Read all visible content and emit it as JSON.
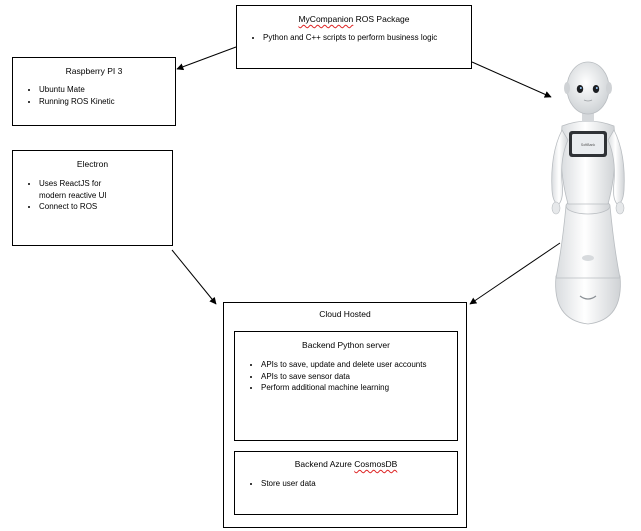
{
  "package": {
    "title_pre": "MyCompanion",
    "title_post": " ROS Package",
    "bullets": [
      "Python and C++ scripts to perform business logic"
    ]
  },
  "raspberry": {
    "title": "Raspberry PI 3",
    "bullets": [
      "Ubuntu Mate",
      "Running ROS Kinetic"
    ]
  },
  "electron": {
    "title": "Electron",
    "bullets": [
      "Uses ReactJS for modern reactive UI",
      "Connect to ROS"
    ]
  },
  "cloud": {
    "title": "Cloud Hosted",
    "backend_python": {
      "title": "Backend Python server",
      "bullets": [
        "APIs to save, update and delete user accounts",
        "APIs to save sensor data",
        "Perform additional machine learning"
      ]
    },
    "backend_azure": {
      "title_pre": "Backend Azure ",
      "title_post": "CosmosDB",
      "bullets": [
        "Store user data"
      ]
    }
  },
  "robot": {
    "icon": "humanoid-robot-image",
    "screen_text": "SoftBank"
  }
}
